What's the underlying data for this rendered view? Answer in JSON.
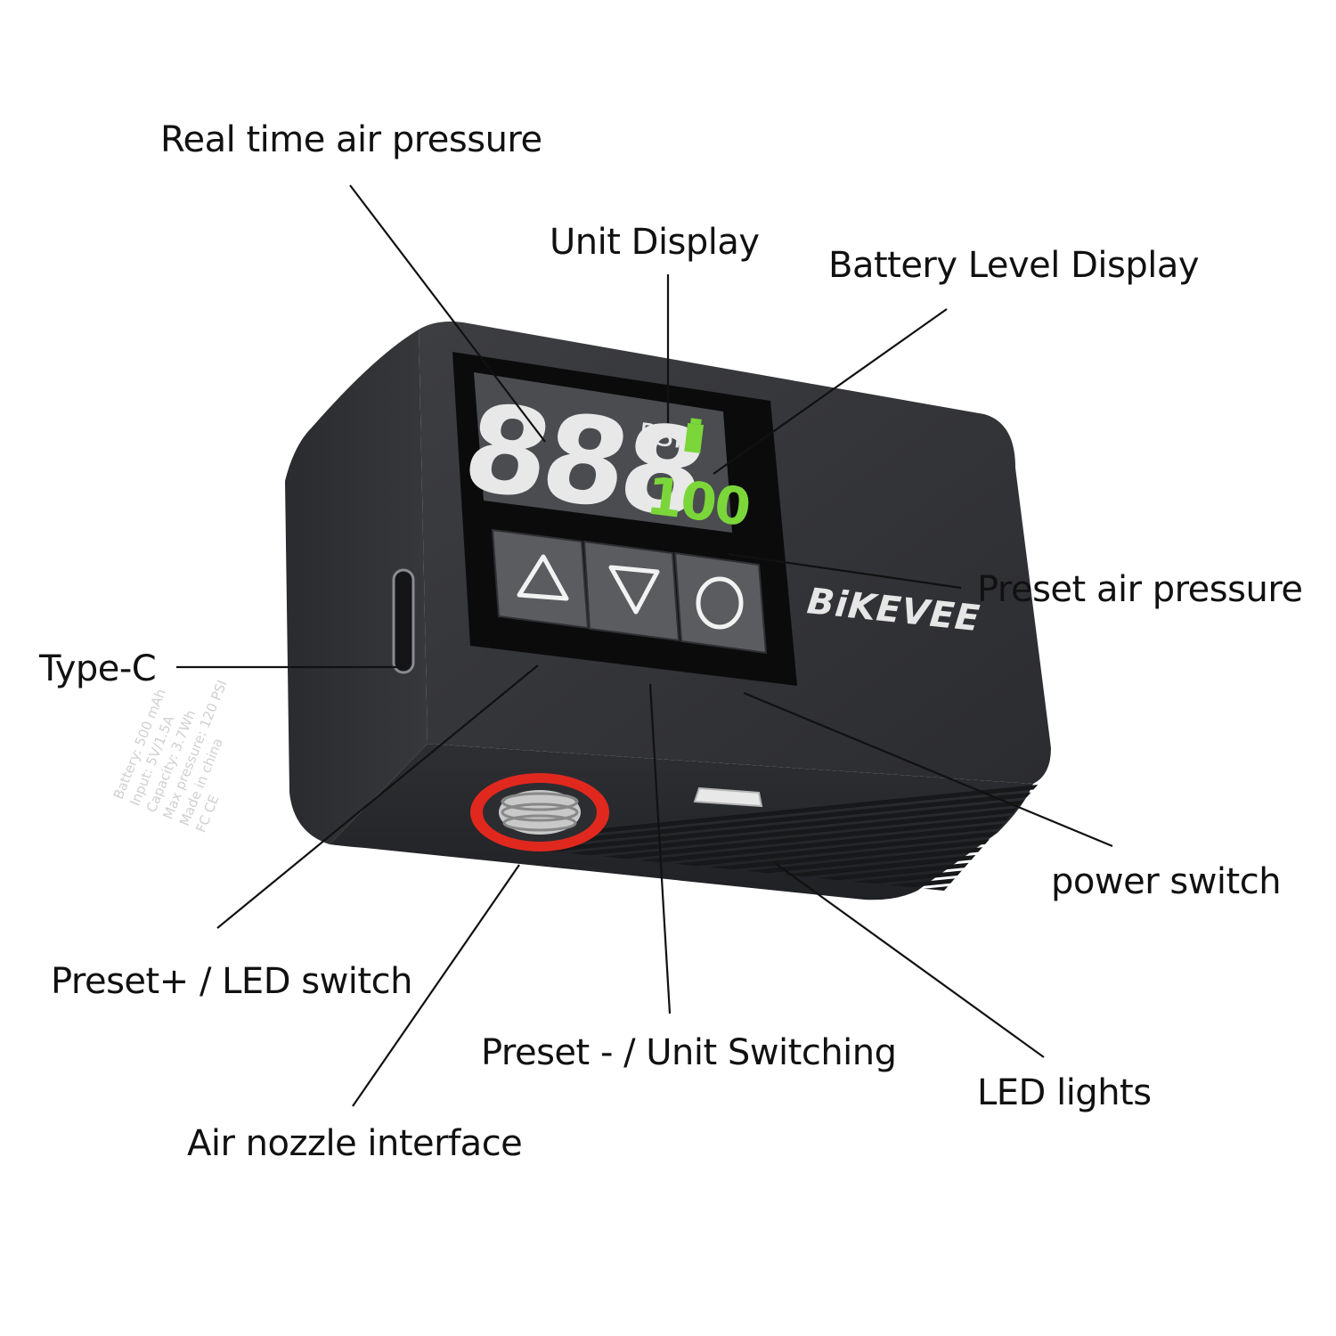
{
  "callouts": {
    "real_time": "Real time air pressure",
    "unit_display": "Unit Display",
    "battery_display": "Battery Level Display",
    "preset_pressure": "Preset air pressure",
    "type_c": "Type-C",
    "power_switch": "power switch",
    "preset_plus": "Preset+ / LED switch",
    "preset_minus": "Preset - / Unit Switching",
    "led_lights": "LED lights",
    "nozzle": "Air nozzle interface"
  },
  "device": {
    "brand": "BiKEVEE",
    "main_digits": "888",
    "unit": "PSI",
    "preset_digits": "100",
    "spec_lines": [
      "Battery: 500 mAh",
      "Input: 5V/1.5A",
      "Capacity: 3.7Wh",
      "Max pressure: 120 PSI",
      "Made in china",
      "FC CE"
    ],
    "icons": {
      "up": "triangle-up-icon",
      "down": "triangle-down-icon",
      "power": "circle-power-icon"
    }
  },
  "colors": {
    "body": "#35363a",
    "body_dark": "#1f2023",
    "screen": "#0b0b0c",
    "lcd": "#4a4c50",
    "digits": "#e8e8e8",
    "green": "#7bd63a",
    "ring": "#e0281f",
    "line": "#111111"
  }
}
